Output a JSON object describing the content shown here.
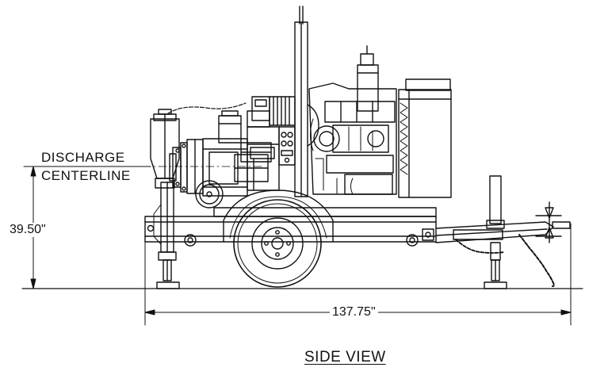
{
  "drawing": {
    "view_title": "SIDE VIEW",
    "callout_line1": "DISCHARGE",
    "callout_line2": "CENTERLINE",
    "height_dimension": "39.50\"",
    "length_dimension": "137.75\""
  },
  "colors": {
    "line": "#111111",
    "background": "#ffffff"
  }
}
